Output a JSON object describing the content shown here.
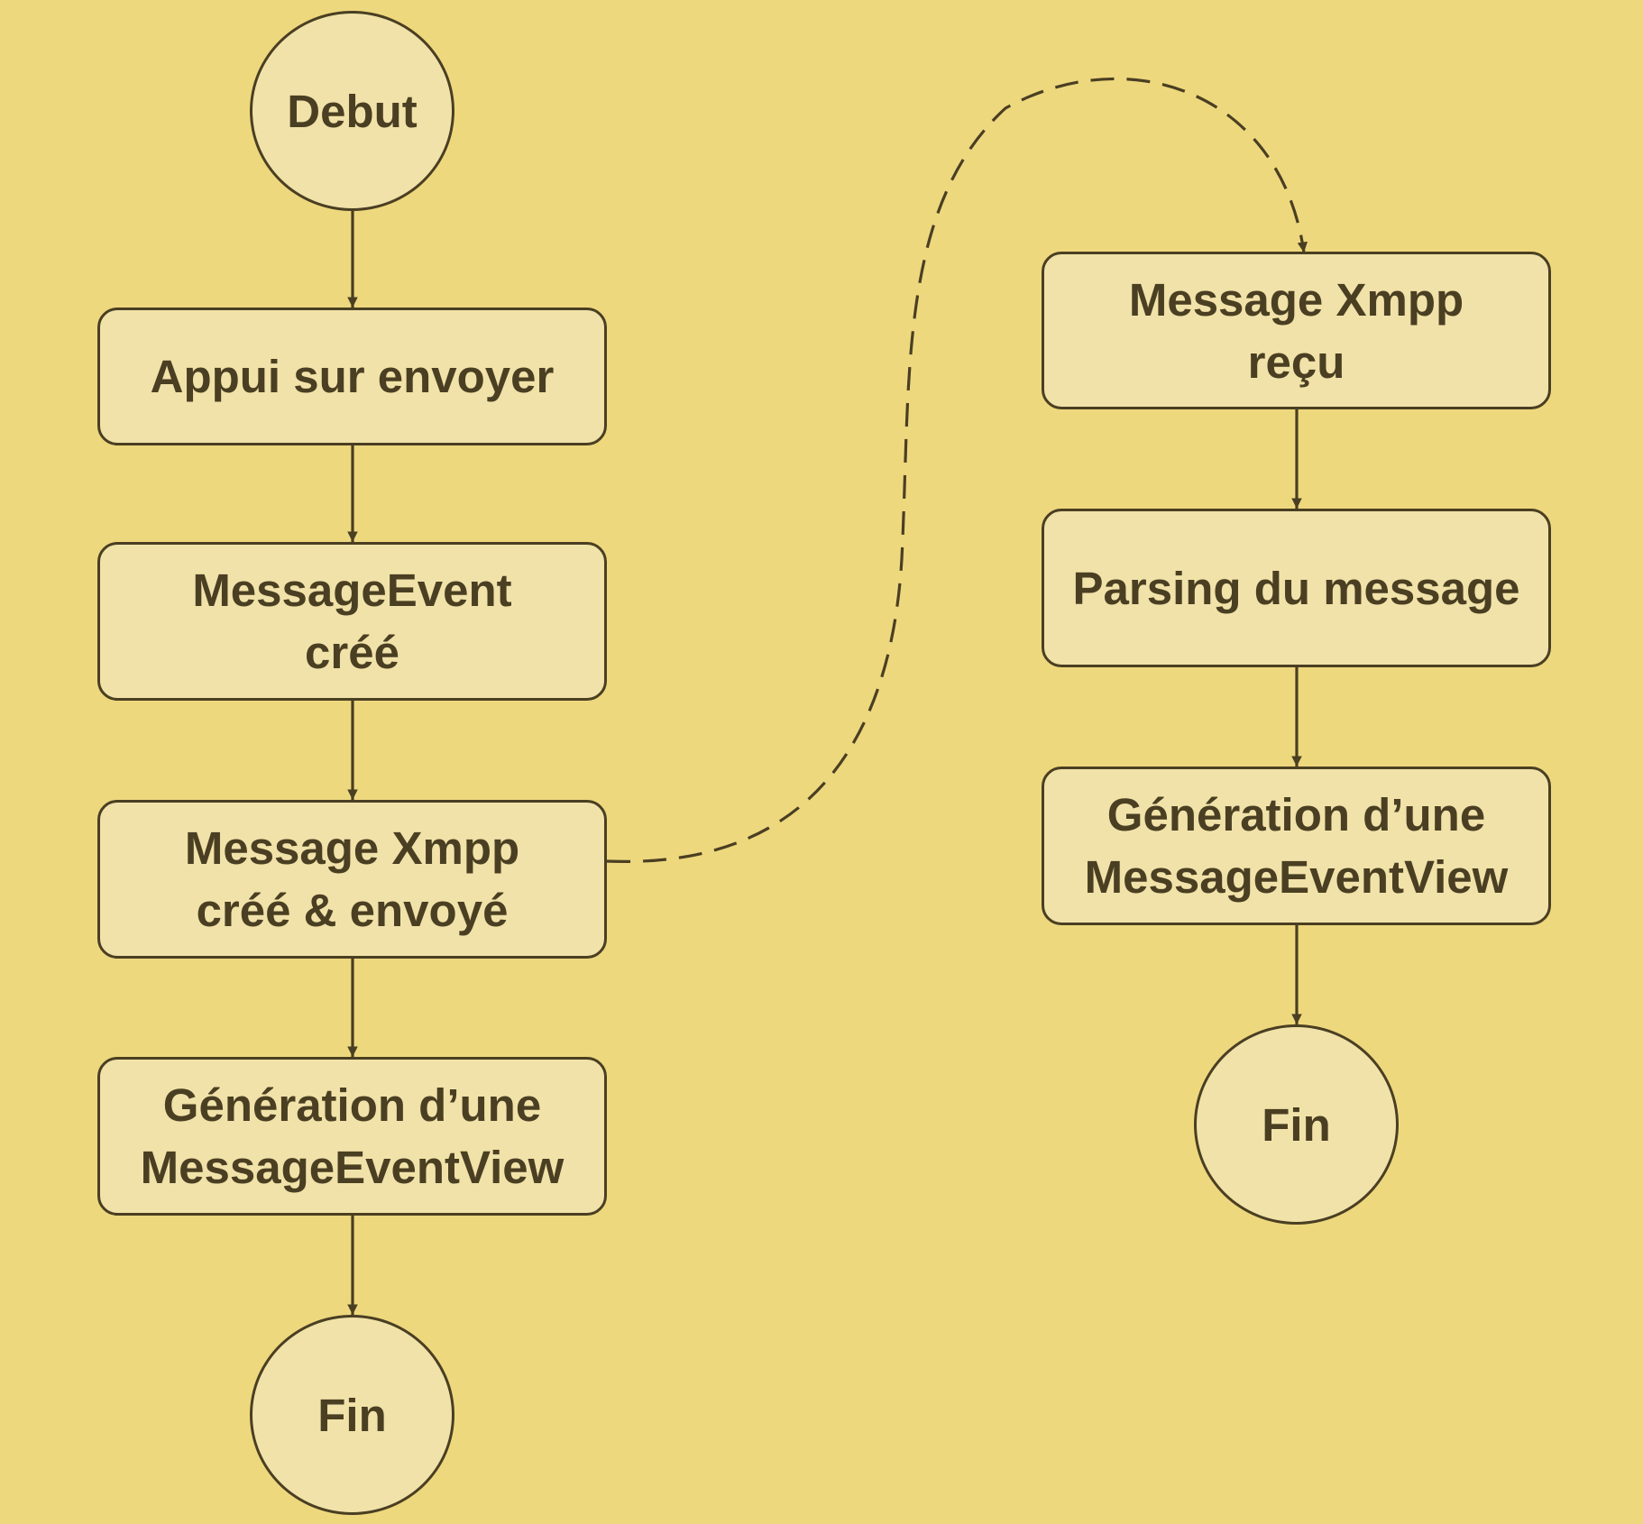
{
  "diagram": {
    "colors": {
      "background": "#EED87E",
      "node_fill": "#F1E2A9",
      "stroke": "#4A3F22"
    },
    "left_flow": {
      "start": "Debut",
      "step1": "Appui sur envoyer",
      "step2": {
        "line1": "MessageEvent",
        "line2": "créé"
      },
      "step3": {
        "line1": "Message Xmpp",
        "line2": "créé & envoyé"
      },
      "step4": {
        "line1": "Génération d’une",
        "line2": "MessageEventView"
      },
      "end": "Fin"
    },
    "right_flow": {
      "step1": {
        "line1": "Message Xmpp",
        "line2": "reçu"
      },
      "step2": "Parsing du message",
      "step3": {
        "line1": "Génération d’une",
        "line2": "MessageEventView"
      },
      "end": "Fin"
    }
  }
}
